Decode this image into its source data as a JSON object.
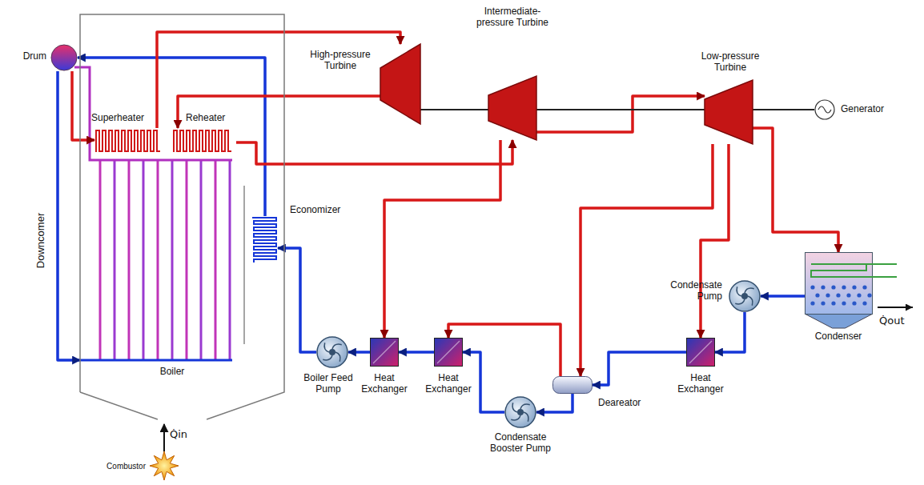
{
  "diagram": {
    "nodes": [
      {
        "text": [
          "Drum"
        ]
      },
      {
        "text": [
          "Boiler"
        ]
      },
      {
        "text": [
          "Superheater"
        ],
        "in": 1
      },
      {
        "text": [
          "Reheater"
        ],
        "in": 1
      },
      {
        "text": [
          "Economizer"
        ],
        "in": 1
      },
      {
        "text": [
          "High-pressure Turbine"
        ]
      },
      {
        "text": [
          "Intermediate-pressure Turbine"
        ]
      },
      {
        "text": [
          "Low-pressure Turbine"
        ]
      },
      {
        "text": [
          "Generator"
        ]
      },
      {
        "text": [
          "Boiler Feed Pump"
        ]
      },
      {
        "text": [
          "Heat Exchanger"
        ]
      },
      {
        "text": [
          "Heat Exchanger"
        ]
      },
      {
        "text": [
          "Condensate Booster Pump"
        ]
      },
      {
        "text": [
          "Deareator"
        ]
      },
      {
        "text": [
          "Heat Exchanger"
        ]
      },
      {
        "text": [
          "Condensate Pump"
        ]
      },
      {
        "text": [
          "Condenser"
        ]
      },
      {
        "text": [
          "Combustor"
        ]
      }
    ],
    "edges": [
      {
        "from": 4,
        "to": 0,
        "arrow": "to"
      },
      {
        "from": 0,
        "to": 1,
        "arrow": "to"
      },
      {
        "from": 0,
        "to": 2,
        "arrow": "to"
      },
      {
        "from": 2,
        "to": 5,
        "arrow": "to"
      },
      {
        "from": 5,
        "to": 3,
        "arrow": "to"
      },
      {
        "from": 3,
        "to": 6,
        "arrow": "to"
      },
      {
        "from": 6,
        "to": 7,
        "arrow": "to"
      },
      {
        "from": 5,
        "to": 6,
        "arrow": "none"
      },
      {
        "from": 6,
        "to": 7,
        "arrow": "none"
      },
      {
        "from": 7,
        "to": 8,
        "arrow": "none"
      },
      {
        "from": 7,
        "to": 16,
        "arrow": "to"
      },
      {
        "from": 16,
        "to": 15,
        "arrow": "to"
      },
      {
        "from": 15,
        "to": 14,
        "arrow": "to"
      },
      {
        "from": 14,
        "to": 13,
        "arrow": "to"
      },
      {
        "from": 13,
        "to": 12,
        "arrow": "to"
      },
      {
        "from": 12,
        "to": 11,
        "arrow": "to"
      },
      {
        "from": 11,
        "to": 10,
        "arrow": "to"
      },
      {
        "from": 10,
        "to": 9,
        "arrow": "to"
      },
      {
        "from": 9,
        "to": 4,
        "arrow": "to"
      },
      {
        "from": 6,
        "to": 10,
        "arrow": "to"
      },
      {
        "from": 7,
        "to": 13,
        "arrow": "to"
      },
      {
        "from": 13,
        "to": 11,
        "arrow": "to"
      },
      {
        "from": 7,
        "to": 14,
        "arrow": "to"
      },
      {
        "from": 17,
        "to": 1,
        "label": "Q̇in",
        "arrow": "to"
      }
    ],
    "labels": [
      "Downcomer",
      "Q̇out"
    ]
  }
}
